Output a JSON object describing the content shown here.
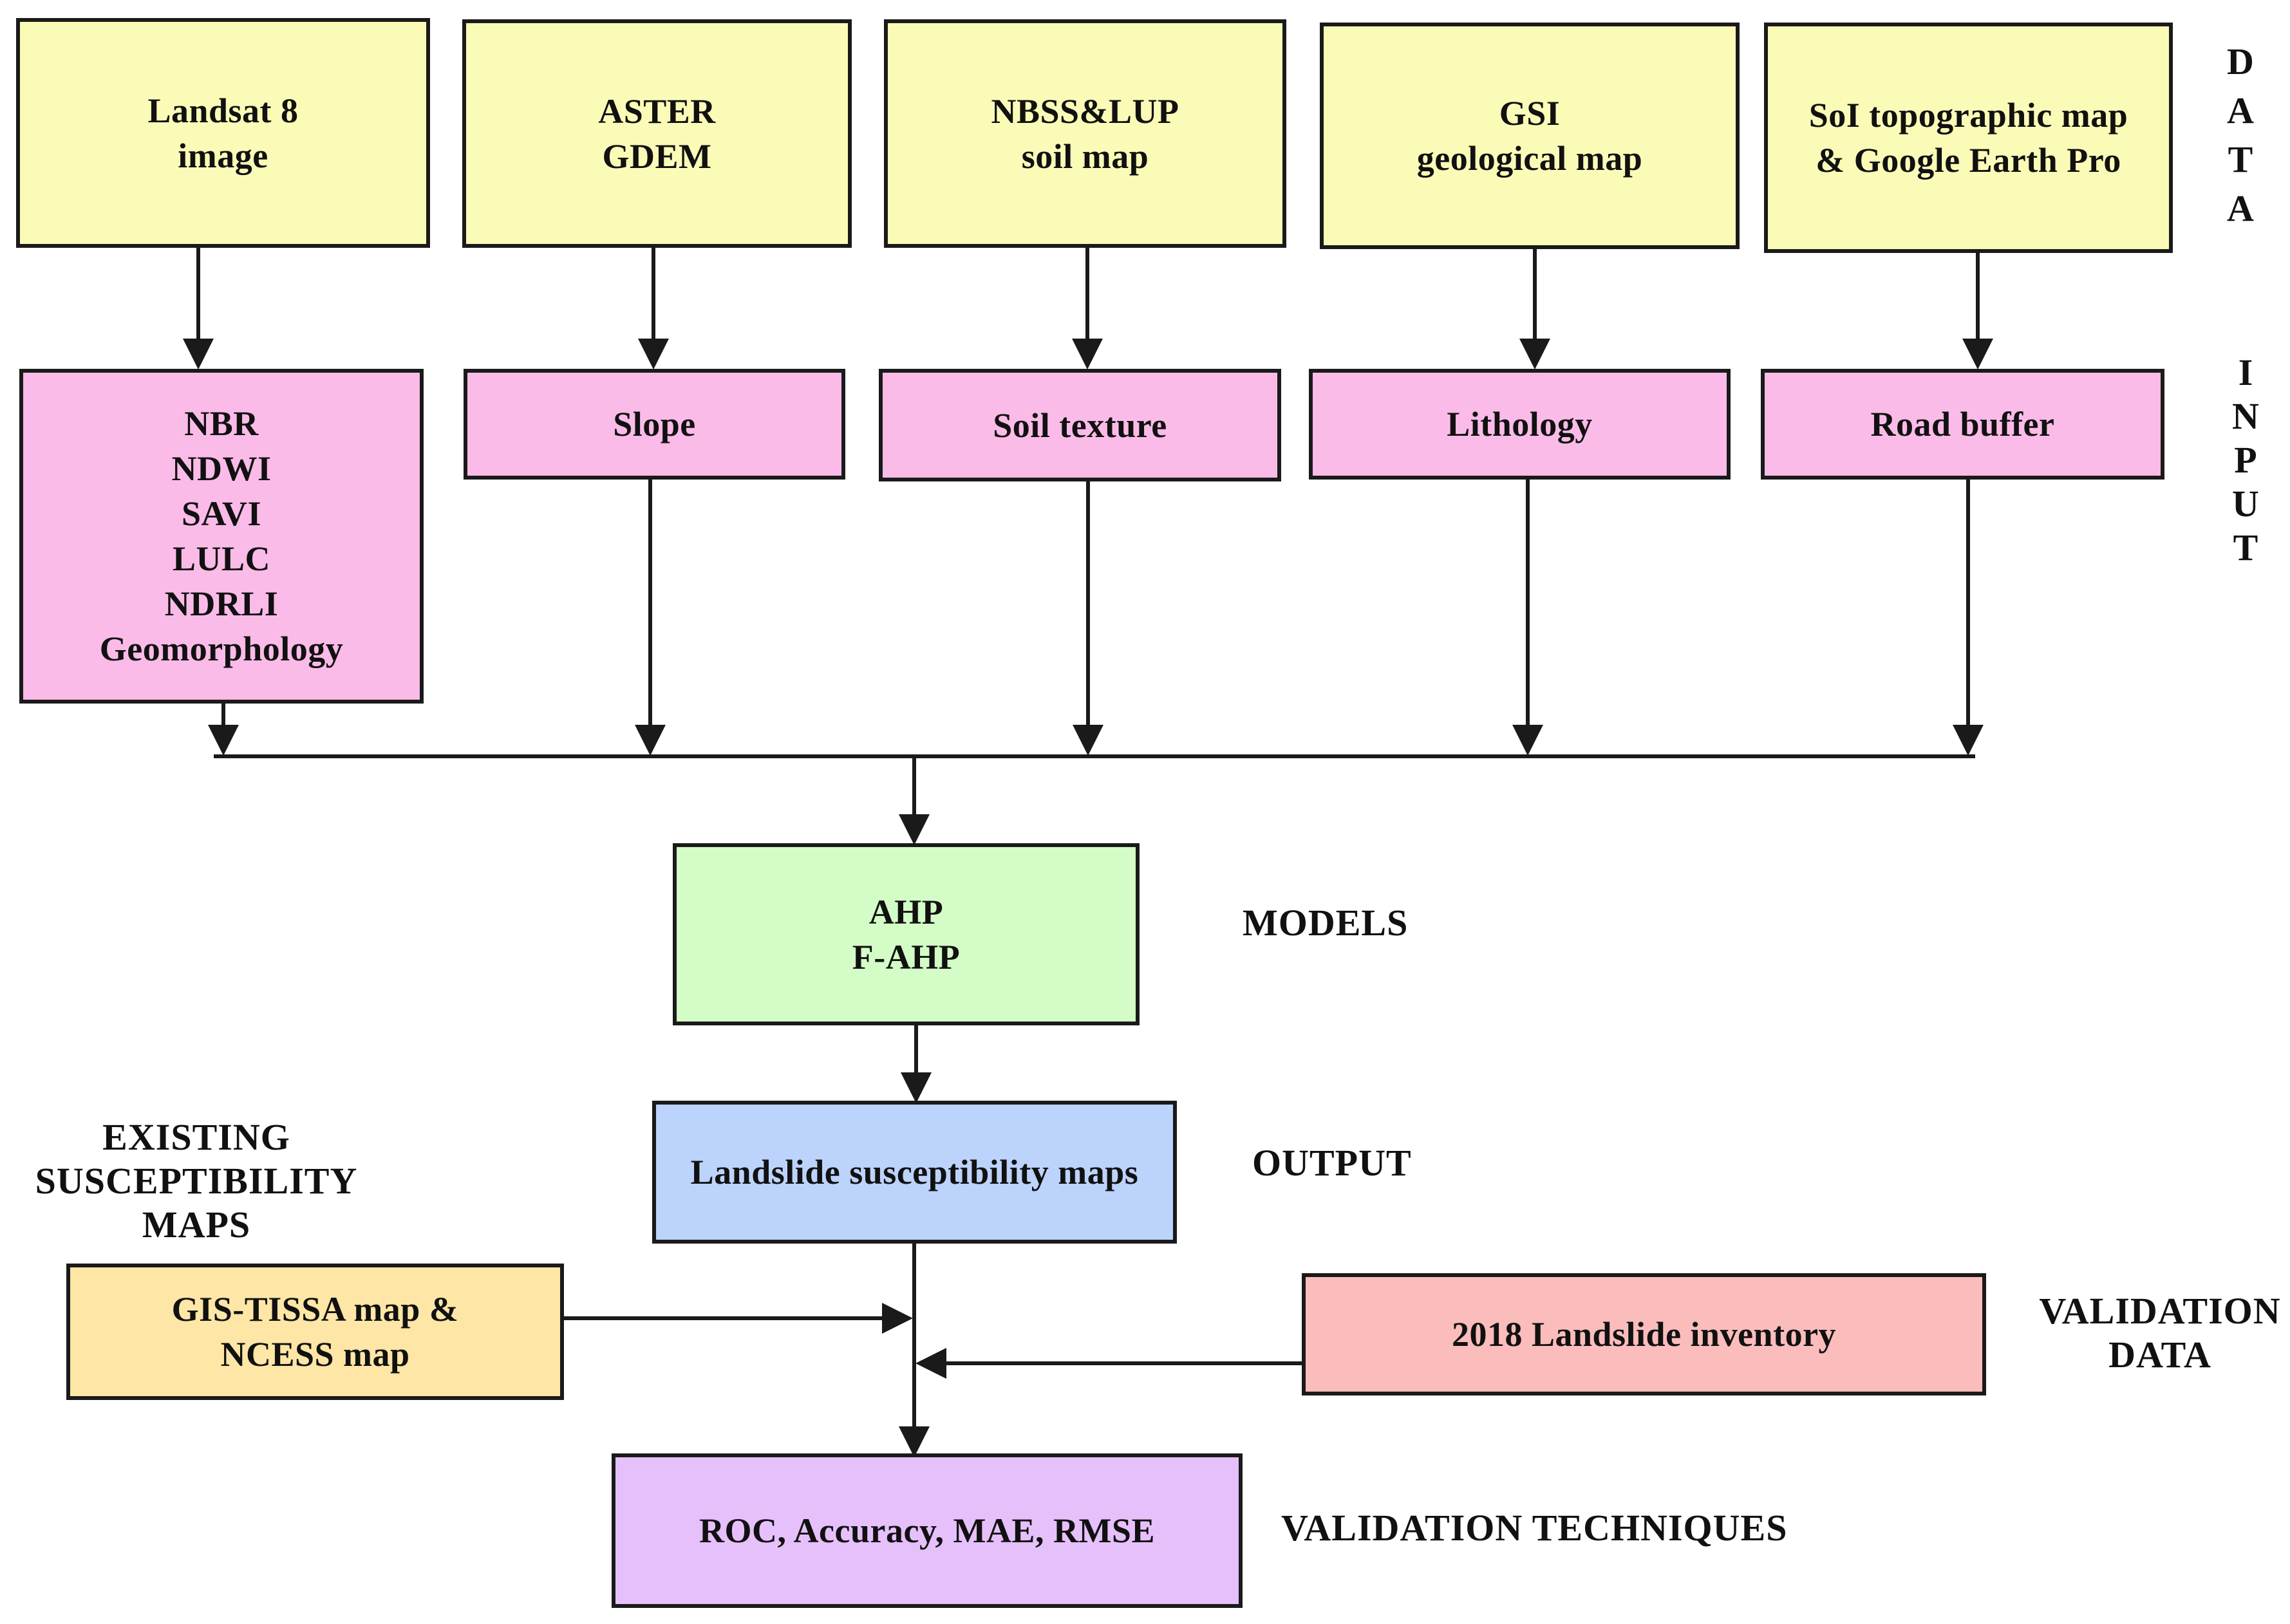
{
  "colors": {
    "data_box": "#fbfbb8",
    "input_box": "#fbbbe8",
    "model_box": "#d4fcc6",
    "output_box": "#bcd3fb",
    "existing_box": "#fde6a6",
    "validation_data_box": "#fbbcbc",
    "validation_box": "#e6c0fb",
    "line": "#1a1a1a"
  },
  "data_sources": [
    {
      "text": "Landsat 8\nimage"
    },
    {
      "text": "ASTER\nGDEM"
    },
    {
      "text": "NBSS&LUP\nsoil map"
    },
    {
      "text": "GSI\ngeological map"
    },
    {
      "text": "SoI topographic map\n& Google Earth Pro"
    }
  ],
  "inputs": [
    {
      "text": "NBR\nNDWI\nSAVI\nLULC\nNDRLI\nGeomorphology"
    },
    {
      "text": "Slope"
    },
    {
      "text": "Soil texture"
    },
    {
      "text": "Lithology"
    },
    {
      "text": "Road buffer"
    }
  ],
  "models": {
    "text": "AHP\nF-AHP"
  },
  "output": {
    "text": "Landslide susceptibility maps"
  },
  "existing_maps": {
    "text": "GIS-TISSA map &\nNCESS map"
  },
  "validation_data": {
    "text": "2018 Landslide inventory"
  },
  "validation_techniques": {
    "text": "ROC, Accuracy, MAE, RMSE"
  },
  "side_labels": {
    "data": [
      "D",
      "A",
      "T",
      "A"
    ],
    "input": [
      "I",
      "N",
      "P",
      "U",
      "T"
    ],
    "models": "MODELS",
    "output": "OUTPUT",
    "existing": "EXISTING\nSUSCEPTIBILITY\nMAPS",
    "validation_data": "VALIDATION\nDATA",
    "validation_techniques": "VALIDATION TECHNIQUES"
  }
}
